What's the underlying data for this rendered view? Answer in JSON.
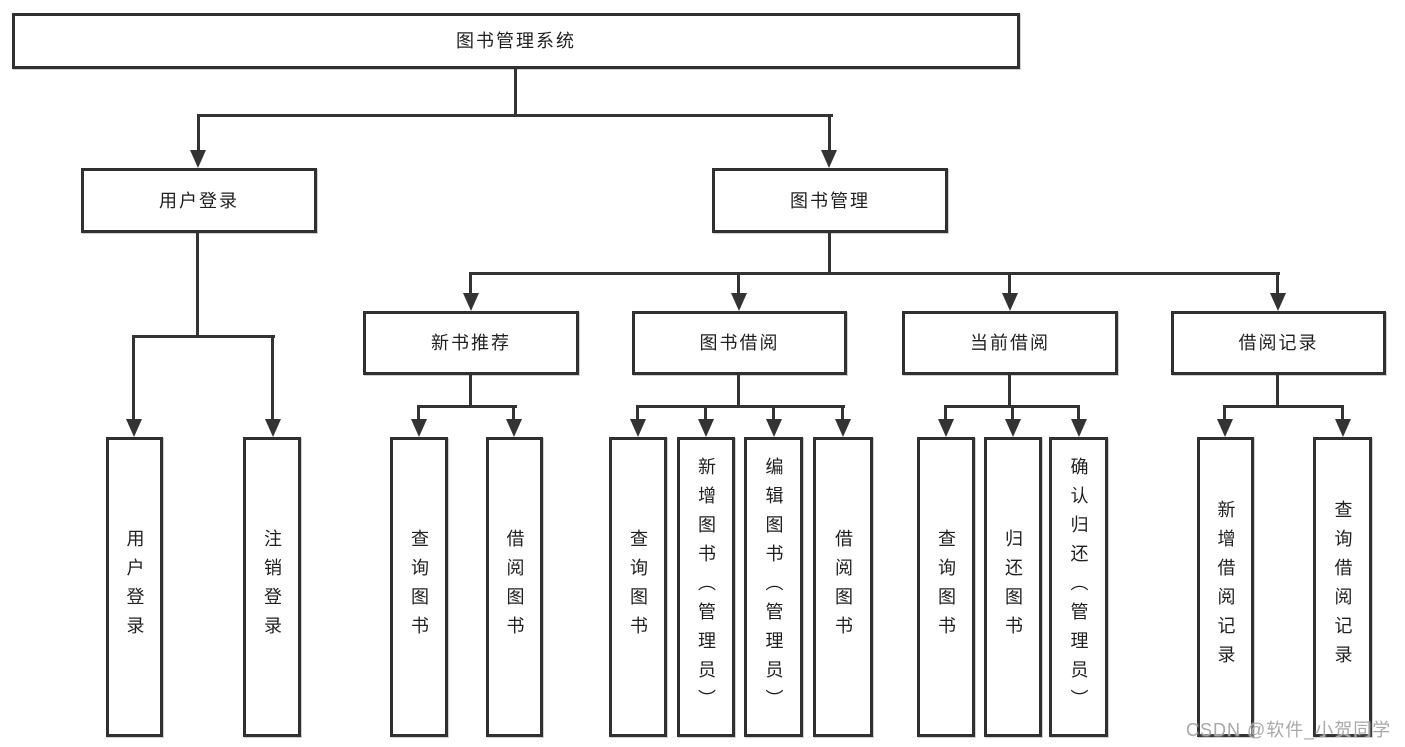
{
  "tree": {
    "root": "图书管理系统",
    "branches": [
      {
        "label": "用户登录",
        "children": [
          "用户登录",
          "注销登录"
        ]
      },
      {
        "label": "图书管理",
        "groups": [
          {
            "label": "新书推荐",
            "children": [
              "查询图书",
              "借阅图书"
            ]
          },
          {
            "label": "图书借阅",
            "children": [
              "查询图书",
              "新增图书（管理员）",
              "编辑图书（管理员）",
              "借阅图书"
            ]
          },
          {
            "label": "当前借阅",
            "children": [
              "查询图书",
              "归还图书",
              "确认归还（管理员）"
            ]
          },
          {
            "label": "借阅记录",
            "children": [
              "新增借阅记录",
              "查询借阅记录"
            ]
          }
        ]
      }
    ]
  },
  "watermark": {
    "text": "CSDN @软件_小贺同学"
  },
  "colors": {
    "line": "#333333",
    "box_border": "#303030",
    "text": "#1f1f1f",
    "watermark": "#a8a8a8"
  }
}
